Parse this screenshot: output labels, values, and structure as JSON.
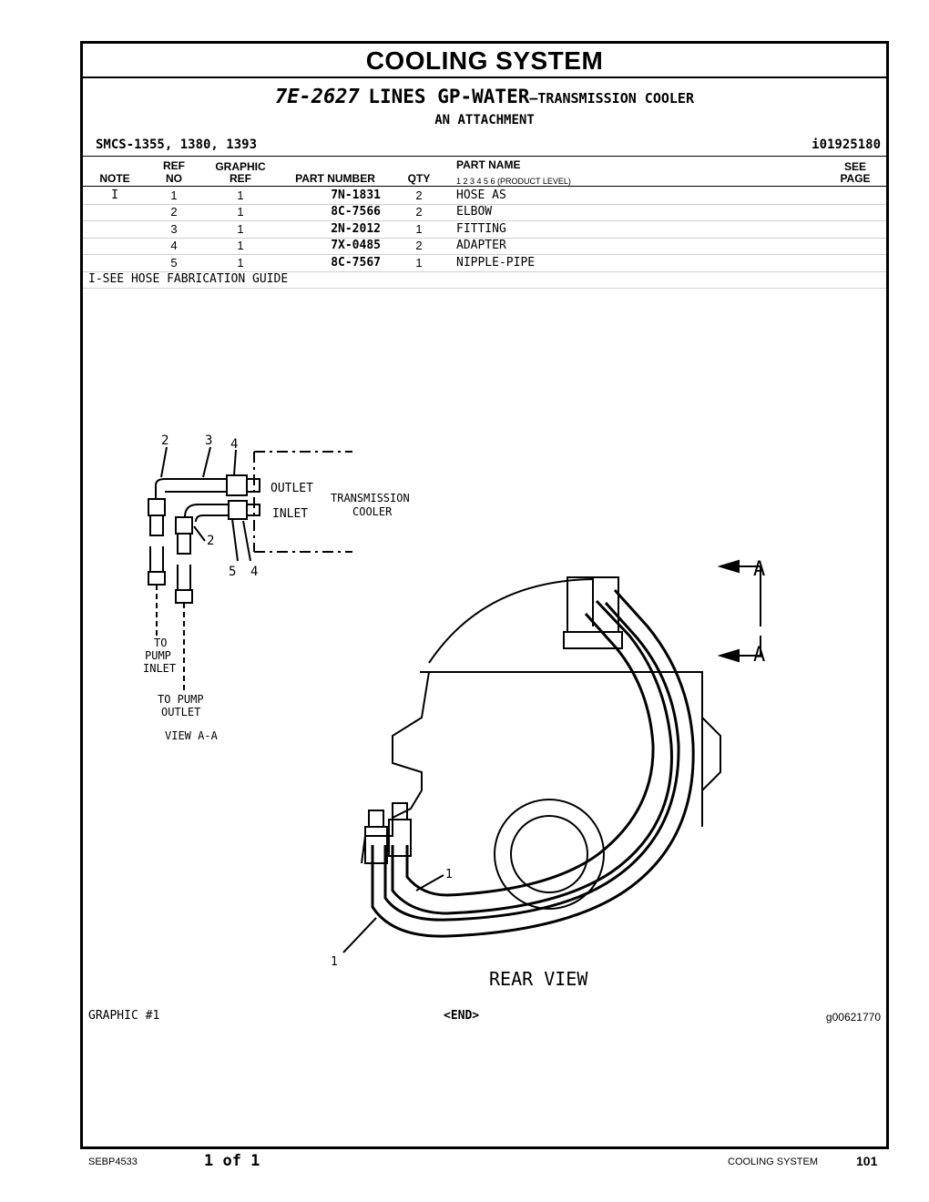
{
  "header": {
    "title": "COOLING SYSTEM",
    "group_number": "7E-2627",
    "group_lines": "LINES GP-WATER",
    "group_desc": "—TRANSMISSION COOLER",
    "attachment": "AN ATTACHMENT",
    "smcs": "SMCS-1355, 1380, 1393",
    "illustration_id": "i01925180"
  },
  "table": {
    "columns": {
      "note": "NOTE",
      "ref_top": "REF",
      "ref_bottom": "NO",
      "graphic_top": "GRAPHIC",
      "graphic_bottom": "REF",
      "part_number": "PART NUMBER",
      "qty": "QTY",
      "part_name": "PART NAME",
      "product_levels": "1    2    3    4    5    6    (PRODUCT LEVEL)",
      "see_top": "SEE",
      "see_bottom": "PAGE"
    },
    "rows": [
      {
        "note": "I",
        "ref": "1",
        "graphic": "1",
        "part_number": "7N-1831",
        "qty": "2",
        "name": "HOSE AS"
      },
      {
        "note": "",
        "ref": "2",
        "graphic": "1",
        "part_number": "8C-7566",
        "qty": "2",
        "name": "ELBOW"
      },
      {
        "note": "",
        "ref": "3",
        "graphic": "1",
        "part_number": "2N-2012",
        "qty": "1",
        "name": "FITTING"
      },
      {
        "note": "",
        "ref": "4",
        "graphic": "1",
        "part_number": "7X-0485",
        "qty": "2",
        "name": "ADAPTER"
      },
      {
        "note": "",
        "ref": "5",
        "graphic": "1",
        "part_number": "8C-7567",
        "qty": "1",
        "name": "NIPPLE-PIPE"
      }
    ],
    "footnote": "I-SEE HOSE FABRICATION GUIDE"
  },
  "drawing": {
    "callouts": {
      "c1": "1",
      "c2": "2",
      "c3": "3",
      "c4": "4",
      "c5": "5"
    },
    "outlet": "OUTLET",
    "inlet": "INLET",
    "transmission": "TRANSMISSION",
    "cooler": "COOLER",
    "to_pump_inlet": [
      "TO",
      "PUMP",
      "INLET"
    ],
    "to_pump_outlet": [
      "TO PUMP",
      "OUTLET"
    ],
    "view_aa": "VIEW A-A",
    "section_a": "A",
    "rear_view": "REAR VIEW"
  },
  "graphic_label": "GRAPHIC #1",
  "end_mark": "<END>",
  "graphic_id": "g00621770",
  "footer": {
    "doc": "SEBP4533",
    "page_of": "1 of 1",
    "section": "COOLING SYSTEM",
    "page": "101"
  }
}
